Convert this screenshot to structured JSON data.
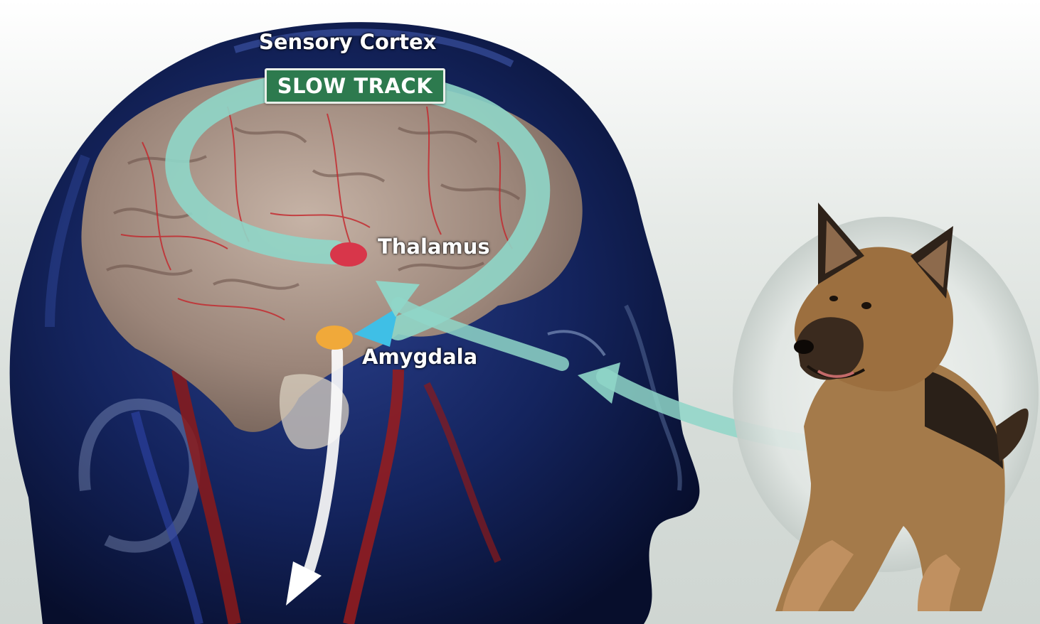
{
  "labels": {
    "sensory_cortex": "Sensory Cortex",
    "slow_track": "SLOW TRACK",
    "thalamus": "Thalamus",
    "amygdala": "Amygdala"
  },
  "colors": {
    "slow_track_sign": "#2d7a4e",
    "pathway_arrow": "#8fd6c8",
    "thalamus_node": "#d8364a",
    "amygdala_node": "#f0a93a",
    "head_silhouette": "#0e1a44",
    "brain": "#9d877c"
  },
  "icons": {
    "dog": "german-shepherd-dog-icon",
    "output_arrow": "down-arrow-icon"
  }
}
